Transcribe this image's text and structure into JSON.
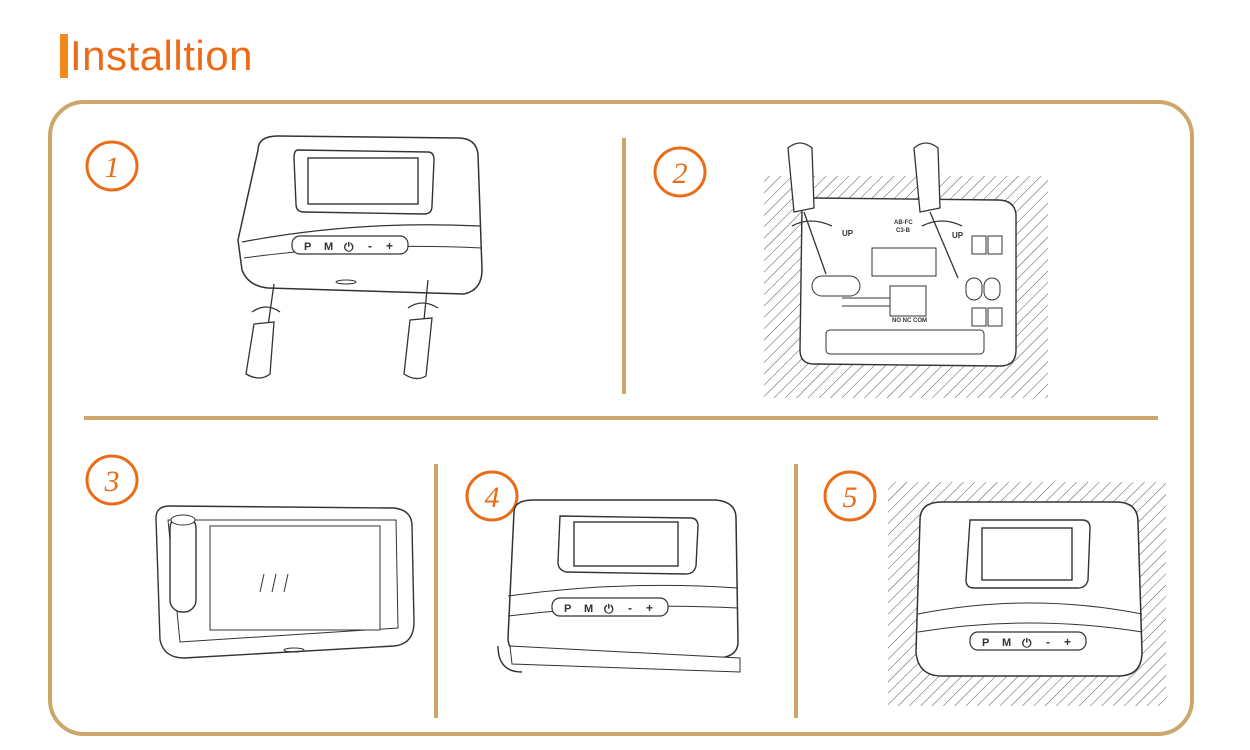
{
  "page": {
    "title": "Installtion"
  },
  "steps": [
    {
      "number": "1"
    },
    {
      "number": "2"
    },
    {
      "number": "3"
    },
    {
      "number": "4"
    },
    {
      "number": "5"
    }
  ],
  "device": {
    "buttons": [
      "P",
      "M",
      "⏻",
      "-",
      "+"
    ]
  },
  "backplate": {
    "up_label": "UP",
    "model_text_1": "AB-FC",
    "model_text_2": "C3-B",
    "terminals": "NO NC COM"
  },
  "colors": {
    "accent": "#ec6b16",
    "frame": "#cda76a",
    "line": "#333333"
  }
}
